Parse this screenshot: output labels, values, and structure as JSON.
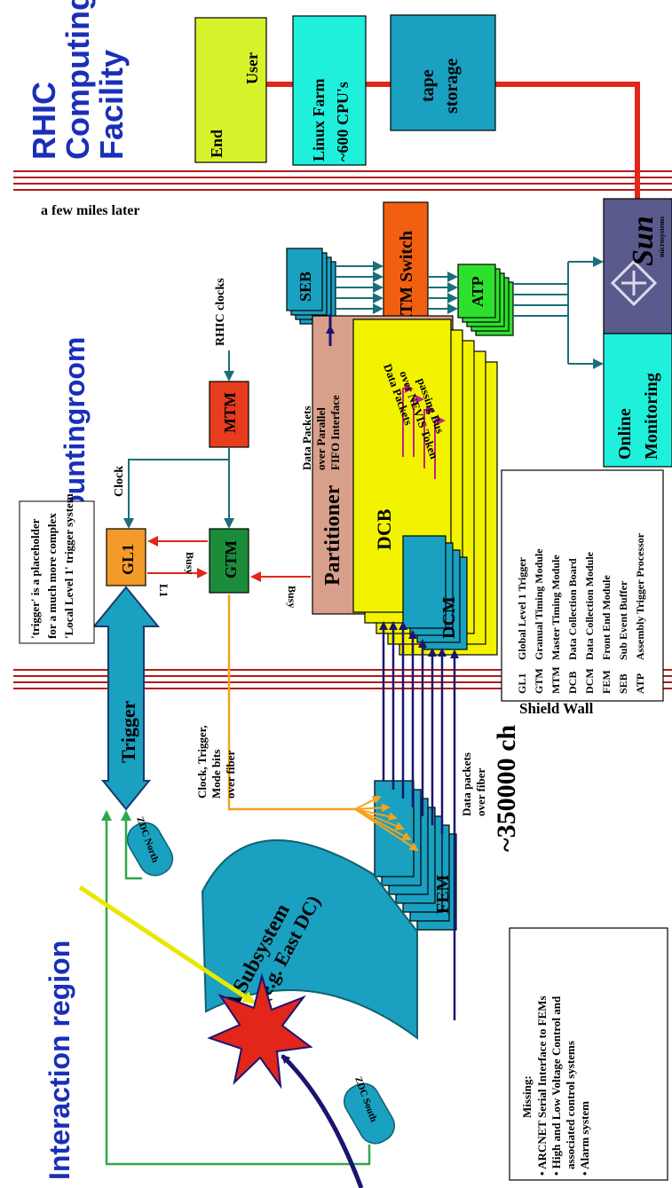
{
  "regions": {
    "facility": [
      "RHIC",
      "Computing",
      "Facility"
    ],
    "countingroom": "Countingroom",
    "interaction": "Interaction region"
  },
  "labels": {
    "few_miles": "a few miles later",
    "shield_wall": "Shield Wall",
    "channels": "~350000 ch",
    "rhic_clocks": "RHIC clocks",
    "clock": "Clock",
    "busy": "Busy",
    "l1": "L1",
    "clock_trigger": [
      "Clock, Trigger,",
      "Mode bits",
      "over fiber"
    ],
    "data_packets_fiber": [
      "Data packets",
      "over fiber"
    ],
    "data_packets_parallel": [
      "Data Packets",
      "over Parallel",
      "FIFO Interface"
    ],
    "data_packets_token": [
      "Data Packets",
      "over NEVIS Token",
      "passing Bus"
    ],
    "zdc_north": "ZDC North",
    "zdc_south": "ZDC South",
    "trigger_note": [
      "'trigger' is a placeholder",
      "for a much more complex",
      "'Local Level 1' trigger system"
    ]
  },
  "boxes": {
    "end_user": [
      "End",
      "User"
    ],
    "linux_farm": [
      "Linux Farm",
      "~600 CPU's"
    ],
    "tape_storage": [
      "tape",
      "storage"
    ],
    "seb": "SEB",
    "atm_switch": "ATM Switch",
    "atp": "ATP",
    "sun": "Sun",
    "sun_sub": "microsystems",
    "online_monitoring": [
      "Online",
      "Monitoring"
    ],
    "mtm": "MTM",
    "gtm": "GTM",
    "gl1": "GL1",
    "trigger": "Trigger",
    "partitioner": "Partitioner",
    "dcb": "DCB",
    "dcm": "DCM",
    "fem": "FEM",
    "subsystem": [
      "A Subsystem",
      "(e.g. East DC)"
    ]
  },
  "legend": [
    {
      "abbr": "GL1",
      "desc": "Global Level 1 Trigger"
    },
    {
      "abbr": "GTM",
      "desc": "Granual Timing Module"
    },
    {
      "abbr": "MTM",
      "desc": "Master Timing Module"
    },
    {
      "abbr": "DCB",
      "desc": "Data Collection Board"
    },
    {
      "abbr": "DCM",
      "desc": "Data Collection Module"
    },
    {
      "abbr": "FEM",
      "desc": "Front End Module"
    },
    {
      "abbr": "SEB",
      "desc": "Sub Event Buffer"
    },
    {
      "abbr": "ATP",
      "desc": "Assembly Trigger Processor"
    }
  ],
  "missing": {
    "title": "Missing:",
    "items": [
      "• ARCNET Serial Interface to FEMs",
      "• High and Low Voltage Control and",
      "associated control systems",
      "• Alarm system"
    ]
  },
  "colors": {
    "blue_text": "#1a2fb8",
    "red_line": "#e2261a",
    "green_line": "#2ea84a",
    "orange_line": "#f5a21b",
    "navy_line": "#1a1470",
    "teal": "#1aa0c0",
    "yellow": "#f3f300",
    "lime": "#d6f22a",
    "cyan": "#1ef0dc",
    "orange_box": "#f06010",
    "green_box": "#1b8c3a",
    "red_box": "#e83c1e",
    "salmon": "#d8a08a",
    "gl1_orange": "#f49a28",
    "atp_green": "#2ee02e",
    "sun_purple": "#5a5a8c",
    "pink_line": "#c0208a"
  }
}
